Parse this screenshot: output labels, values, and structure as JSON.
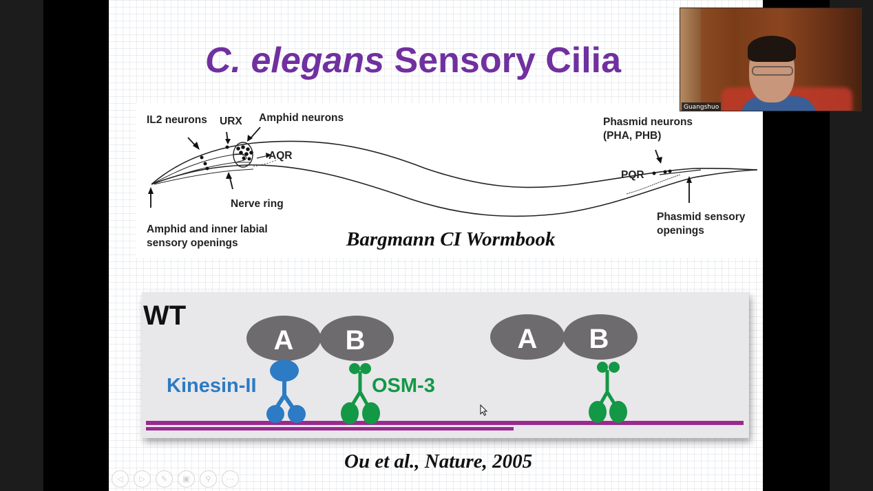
{
  "slide": {
    "title_italic": "C. elegans",
    "title_rest": " Sensory Cilia",
    "title_color": "#7030a0",
    "worm_diagram": {
      "labels": {
        "il2": "IL2 neurons",
        "urx": "URX",
        "amphid": "Amphid neurons",
        "aqr": "AQR",
        "nerve_ring": "Nerve ring",
        "openings_line1": "Amphid and inner labial",
        "openings_line2": "sensory openings",
        "phasmid_line1": "Phasmid neurons",
        "phasmid_line2": "(PHA, PHB)",
        "pqr": "PQR",
        "phasmid_openings_line1": "Phasmid sensory",
        "phasmid_openings_line2": "openings"
      },
      "caption": "Bargmann CI Wormbook"
    },
    "motor_diagram": {
      "condition": "WT",
      "cargo_left": [
        "A",
        "B"
      ],
      "cargo_right": [
        "A",
        "B"
      ],
      "kinesin_label": "Kinesin-II",
      "osm_label": "OSM-3",
      "kinesin_color": "#2c7bc4",
      "osm_color": "#139846",
      "microtubule_color": "#9a2a8e",
      "cargo_color": "#6d6b6e",
      "caption": "Ou et al., Nature, 2005"
    },
    "controls": [
      {
        "name": "previous",
        "glyph": "◁"
      },
      {
        "name": "next",
        "glyph": "▷"
      },
      {
        "name": "pen",
        "glyph": "✎"
      },
      {
        "name": "slides",
        "glyph": "▣"
      },
      {
        "name": "zoom",
        "glyph": "⚲"
      },
      {
        "name": "more",
        "glyph": "⋯"
      }
    ]
  },
  "video": {
    "participant_name": "Guangshuo"
  }
}
